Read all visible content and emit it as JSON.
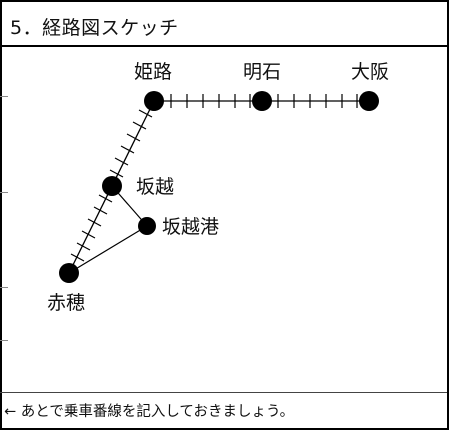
{
  "header": {
    "title": "5．経路図スケッチ"
  },
  "stations": {
    "himeji": "姫路",
    "akashi": "明石",
    "osaka": "大阪",
    "sakoshi": "坂越",
    "sakoshi_port": "坂越港",
    "ako": "赤穂"
  },
  "footer": {
    "note": "← あとで乗車番線を記入しておきましょう。"
  }
}
